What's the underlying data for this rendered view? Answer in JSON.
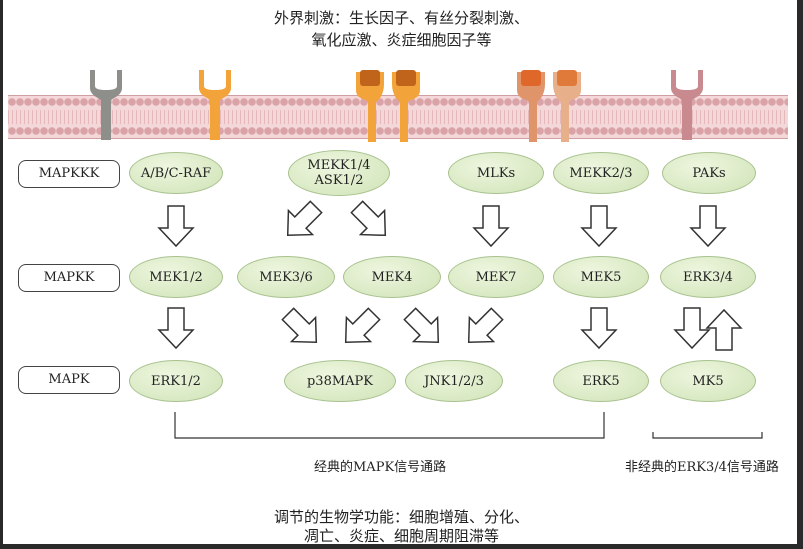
{
  "stimulus_line1": "外界刺激：生长因子、有丝分裂刺激、",
  "stimulus_line2": "氧化应激、炎症细胞因子等",
  "levels": {
    "mapkkk": "MAPKKK",
    "mapkk": "MAPKK",
    "mapk": "MAPK"
  },
  "nodes": {
    "a_b_c_raf": "A/B/C-RAF",
    "mekk14_ask12": "MEKK1/4\nASK1/2",
    "mlks": "MLKs",
    "mekk23": "MEKK2/3",
    "paks": "PAKs",
    "mek12": "MEK1/2",
    "mek36": "MEK3/6",
    "mek4": "MEK4",
    "mek7": "MEK7",
    "mek5": "MEK5",
    "erk34": "ERK3/4",
    "erk12": "ERK1/2",
    "p38mapk": "p38MAPK",
    "jnk123": "JNK1/2/3",
    "erk5": "ERK5",
    "mk5": "MK5"
  },
  "classical_pathway": "经典的MAPK信号通路",
  "nonclassical_pathway": "非经典的ERK3/4信号通路",
  "function_line1": "调节的生物学功能：细胞增殖、分化、",
  "function_line2": "凋亡、炎症、细胞周期阻滞等",
  "colors": {
    "node_fill": "#d6e8c2",
    "receptor_gray": "#8e8e8a",
    "receptor_orange": "#f2a33a",
    "receptor_dark_orange": "#d9822b",
    "receptor_pink": "#c98a8f",
    "membrane": "#f3d7d9"
  }
}
